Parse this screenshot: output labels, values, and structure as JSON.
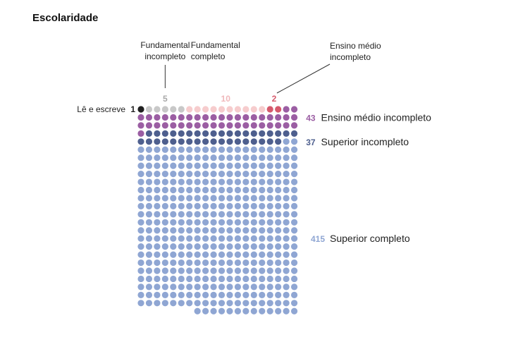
{
  "title": "Escolaridade",
  "chart_data": {
    "type": "waffle",
    "title": "Escolaridade",
    "columns": 20,
    "categories": [
      {
        "name": "Lê e escreve",
        "value": 1,
        "color": "#1f1f1f",
        "value_color": "#1f1f1f"
      },
      {
        "name": "Fundamental incompleto",
        "value": 5,
        "color": "#c8c8c8",
        "value_color": "#a8a8a8"
      },
      {
        "name": "Fundamental completo",
        "value": 10,
        "color": "#f6cccd",
        "value_color": "#f0b8bb"
      },
      {
        "name": "Ensino médio incompleto",
        "value": 2,
        "color": "#d65a6c",
        "value_color": "#d65a6c"
      },
      {
        "name": "Ensino médio incompleto",
        "value": 43,
        "color": "#9b5ea3",
        "value_color": "#9b5ea3"
      },
      {
        "name": "Superior incompleto",
        "value": 37,
        "color": "#4e5f8e",
        "value_color": "#4e5f8e"
      },
      {
        "name": "Superior completo",
        "value": 415,
        "color": "#8fa6d3",
        "value_color": "#8fa6d3"
      }
    ],
    "top_labels": [
      {
        "category_index": 1,
        "lines": [
          "Fundamental",
          "incompleto"
        ]
      },
      {
        "category_index": 2,
        "lines": [
          "Fundamental",
          "completo"
        ]
      },
      {
        "category_index": 3,
        "lines": [
          "Ensino médio",
          "incompleto"
        ]
      }
    ]
  }
}
